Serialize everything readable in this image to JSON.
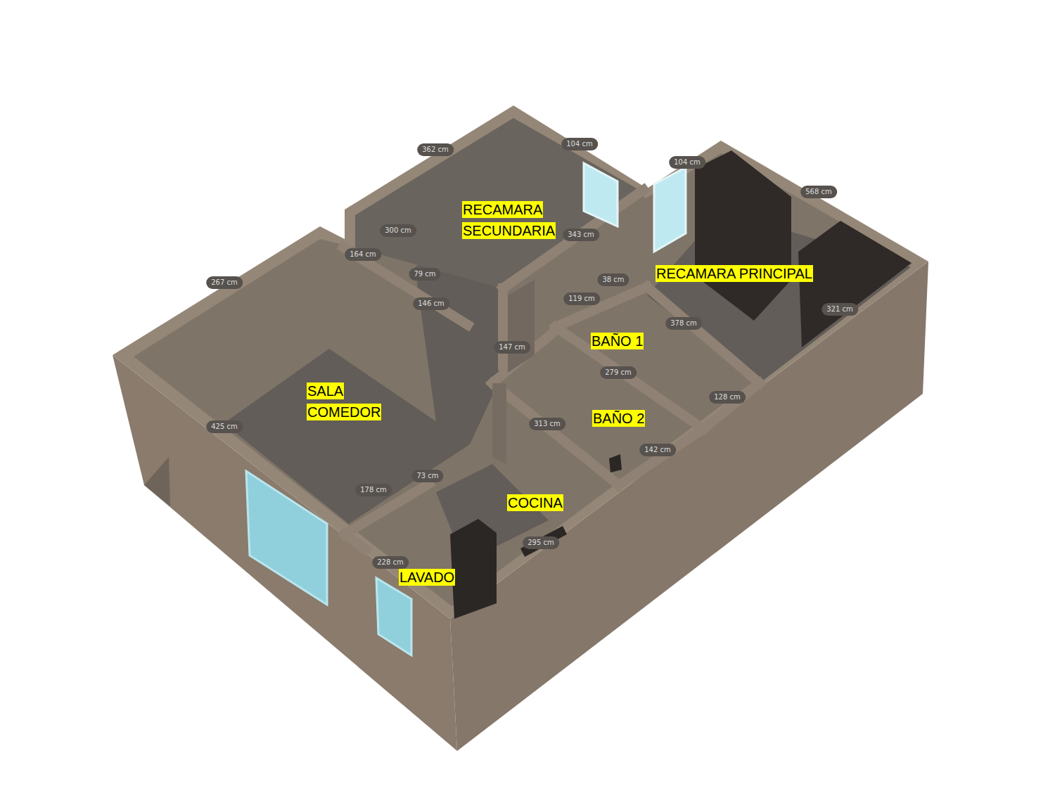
{
  "diagram": {
    "labels": [
      "362 cm",
      "104 cm",
      "104 cm",
      "568 cm",
      "RECAMARA SECUNDARIA",
      "300 cm",
      "343 cm",
      "164 cm",
      "RECAMARA PRINCIPAL",
      "79 cm",
      "267 cm",
      "38 cm",
      "119 cm",
      "146 cm",
      "321 cm",
      "378 cm",
      "BAÑO 1",
      "147 cm",
      "279 cm",
      "SALA COMEDOR",
      "128 cm",
      "BAÑO 2",
      "313 cm",
      "425 cm",
      "142 cm",
      "73 cm",
      "178 cm",
      "COCINA",
      "295 cm",
      "228 cm",
      "LAVADO"
    ]
  }
}
